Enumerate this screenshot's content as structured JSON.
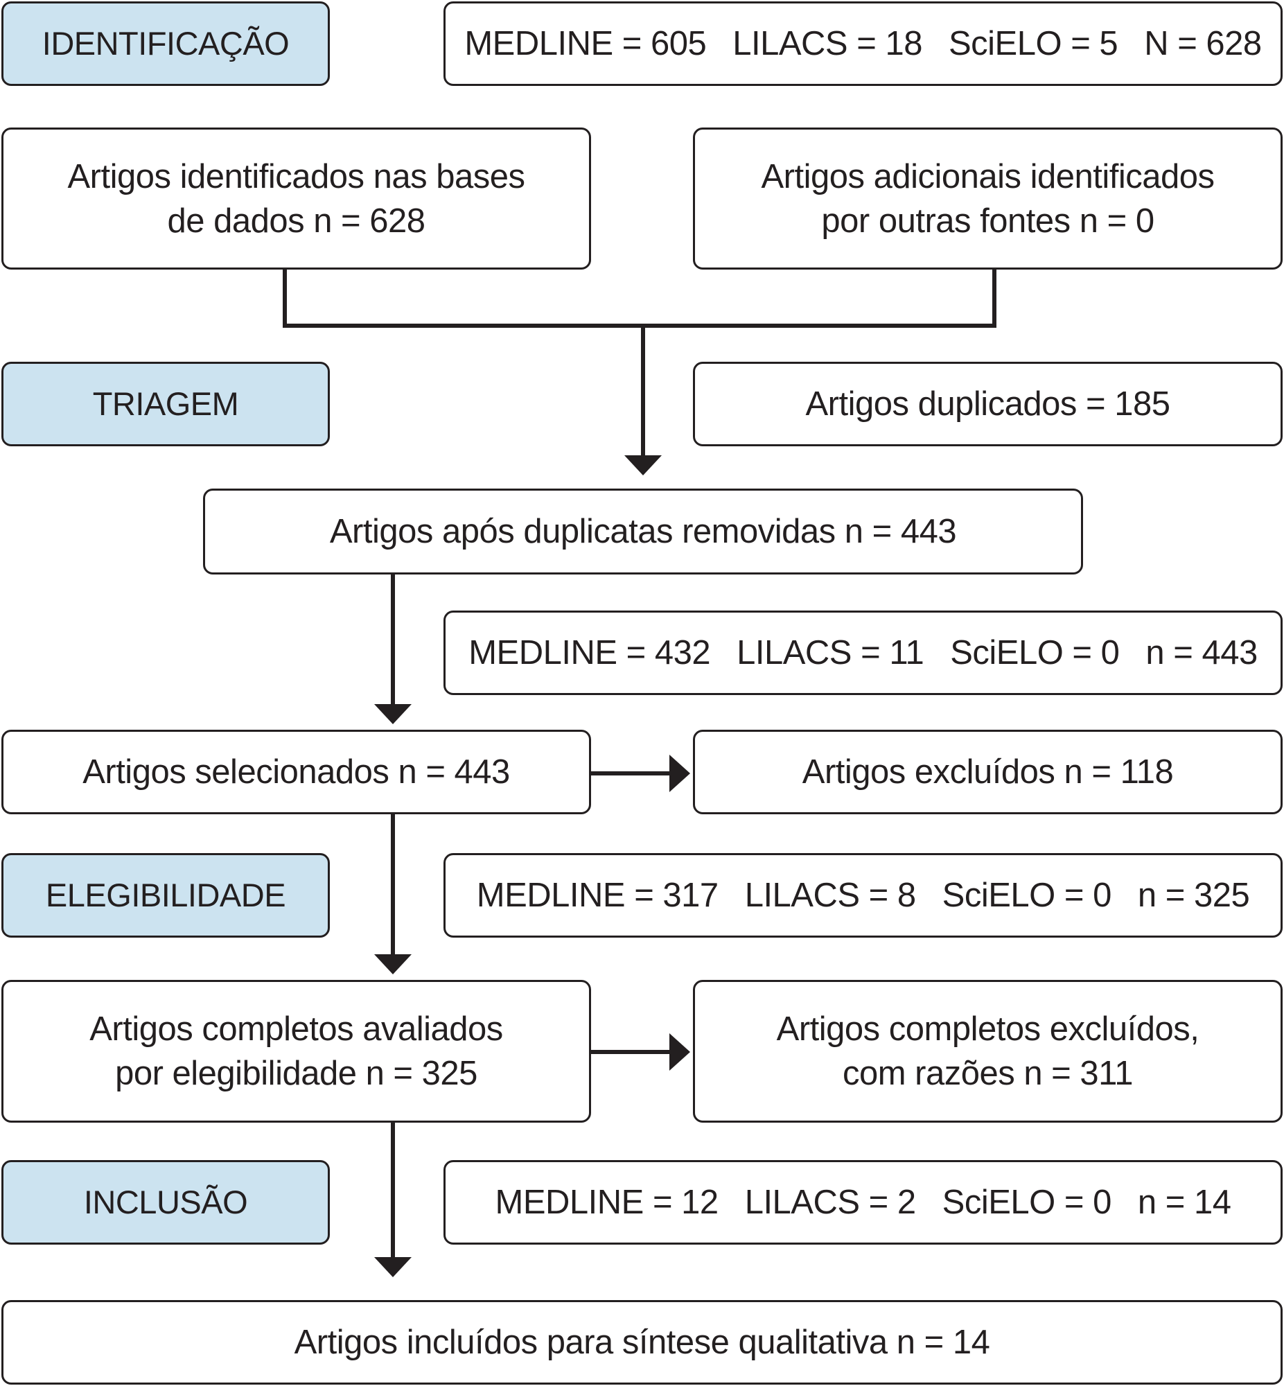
{
  "stages": {
    "identificacao": "IDENTIFICAÇÃO",
    "triagem": "TRIAGEM",
    "elegibilidade": "ELEGIBILIDADE",
    "inclusao": "INCLUSÃO"
  },
  "counts_identificacao": {
    "medline": "MEDLINE = 605",
    "lilacs": "LILACS = 18",
    "scielo": "SciELO = 5",
    "total": "N = 628"
  },
  "identified_db": {
    "line1": "Artigos identificados nas bases",
    "line2": "de dados n = 628"
  },
  "identified_other": {
    "line1": "Artigos adicionais identificados",
    "line2": "por outras fontes n = 0"
  },
  "duplicates": "Artigos duplicados = 185",
  "after_duplicates": "Artigos após duplicatas removidas n = 443",
  "counts_triagem": {
    "medline": "MEDLINE = 432",
    "lilacs": "LILACS = 11",
    "scielo": "SciELO = 0",
    "total": "n = 443"
  },
  "selected": "Artigos selecionados n = 443",
  "excluded": "Artigos excluídos n = 118",
  "counts_elegibilidade": {
    "medline": "MEDLINE = 317",
    "lilacs": "LILACS = 8",
    "scielo": "SciELO = 0",
    "total": "n = 325"
  },
  "full_assessed": {
    "line1": "Artigos completos avaliados",
    "line2": "por elegibilidade n = 325"
  },
  "full_excluded": {
    "line1": "Artigos completos excluídos,",
    "line2": "com razões n = 311"
  },
  "counts_inclusao": {
    "medline": "MEDLINE = 12",
    "lilacs": "LILACS = 2",
    "scielo": "SciELO = 0",
    "total": "n = 14"
  },
  "included": "Artigos incluídos para síntese qualitativa n = 14",
  "colors": {
    "stage_fill": "#cce3f0",
    "border": "#231f20"
  }
}
